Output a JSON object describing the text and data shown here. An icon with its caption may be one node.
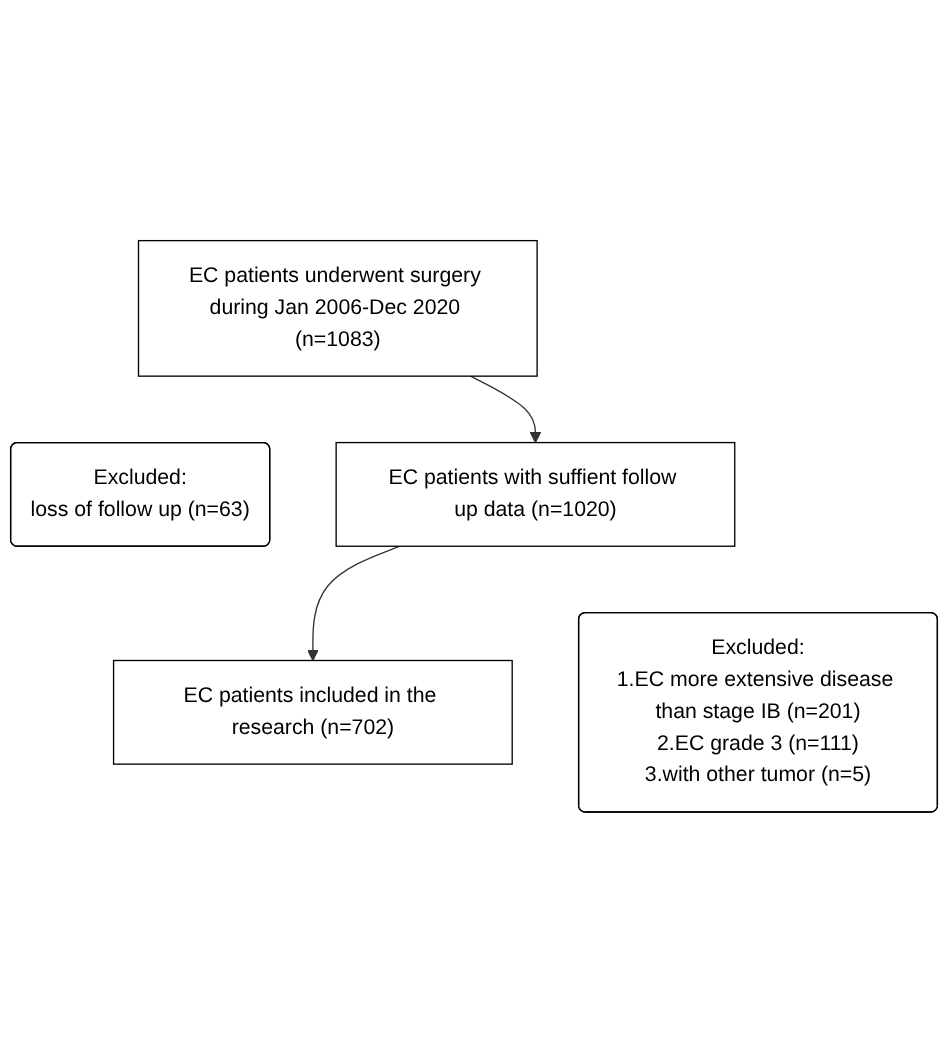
{
  "diagram": {
    "nodes": [
      {
        "text": [
          "EC patients underwent surgery during Jan 2006-Dec 2020 (n=1083)"
        ]
      },
      {
        "text": [
          "Excluded:",
          "loss of follow up (n=63)"
        ]
      },
      {
        "text": [
          "EC patients with suffient follow up data (n=1020)"
        ]
      },
      {
        "text": [
          "Excluded:",
          "1.EC more extensive disease than stage IB (n=201)",
          "2.EC grade 3 (n=111)",
          "3.with other tumor (n=5)"
        ]
      },
      {
        "text": [
          "EC patients included in the research (n=702)"
        ]
      }
    ],
    "edges": [
      {
        "from": 0,
        "to": 2,
        "arrow": "to"
      },
      {
        "from": 2,
        "to": 4,
        "arrow": "to"
      }
    ]
  }
}
